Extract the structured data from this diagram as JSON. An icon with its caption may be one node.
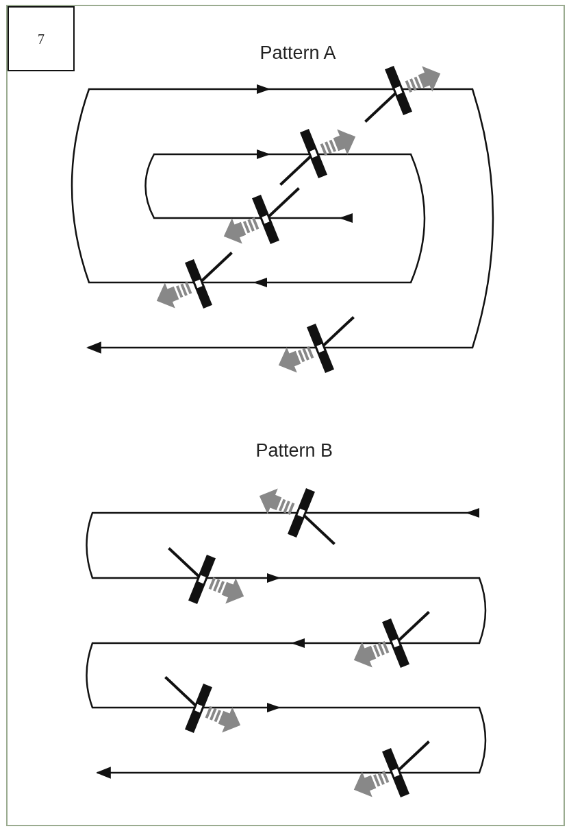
{
  "diagram": {
    "labels": [
      "7",
      "Pattern A",
      "Pattern B"
    ]
  }
}
